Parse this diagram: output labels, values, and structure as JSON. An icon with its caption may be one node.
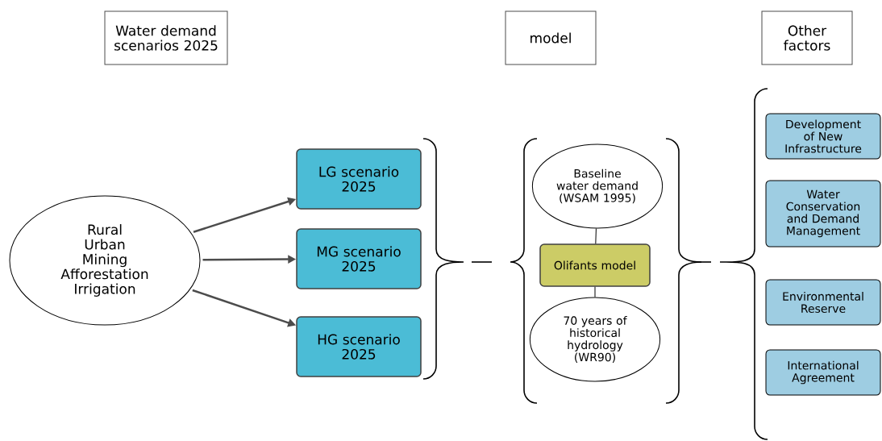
{
  "diagram": {
    "nodes": [
      {
        "text": [
          "Water demand scenarios 2025"
        ]
      },
      {
        "text": [
          "model"
        ]
      },
      {
        "text": [
          "Other factors"
        ]
      },
      {
        "text": [
          "Rural",
          "Urban",
          "Mining",
          "Afforestation",
          "Irrigation"
        ]
      },
      {
        "text": [
          "LG scenario 2025"
        ]
      },
      {
        "text": [
          "MG scenario 2025"
        ]
      },
      {
        "text": [
          "HG scenario 2025"
        ]
      },
      {
        "text": [
          "Baseline water demand (WSAM 1995)"
        ]
      },
      {
        "text": [
          "Olifants model"
        ]
      },
      {
        "text": [
          "70 years of historical hydrology (WR90)"
        ]
      },
      {
        "text": [
          "Development of New Infrastructure"
        ]
      },
      {
        "text": [
          "Water Conservation and Demand Management"
        ]
      },
      {
        "text": [
          "Environmental Reserve"
        ]
      },
      {
        "text": [
          "International Agreement"
        ]
      }
    ],
    "edges": [
      {
        "from": 3,
        "to": 4,
        "arrow": "to"
      },
      {
        "from": 3,
        "to": 5,
        "arrow": "to"
      },
      {
        "from": 3,
        "to": 6,
        "arrow": "to"
      },
      {
        "from": 7,
        "to": 8,
        "arrow": "none"
      },
      {
        "from": 8,
        "to": 9,
        "arrow": "none"
      }
    ]
  }
}
